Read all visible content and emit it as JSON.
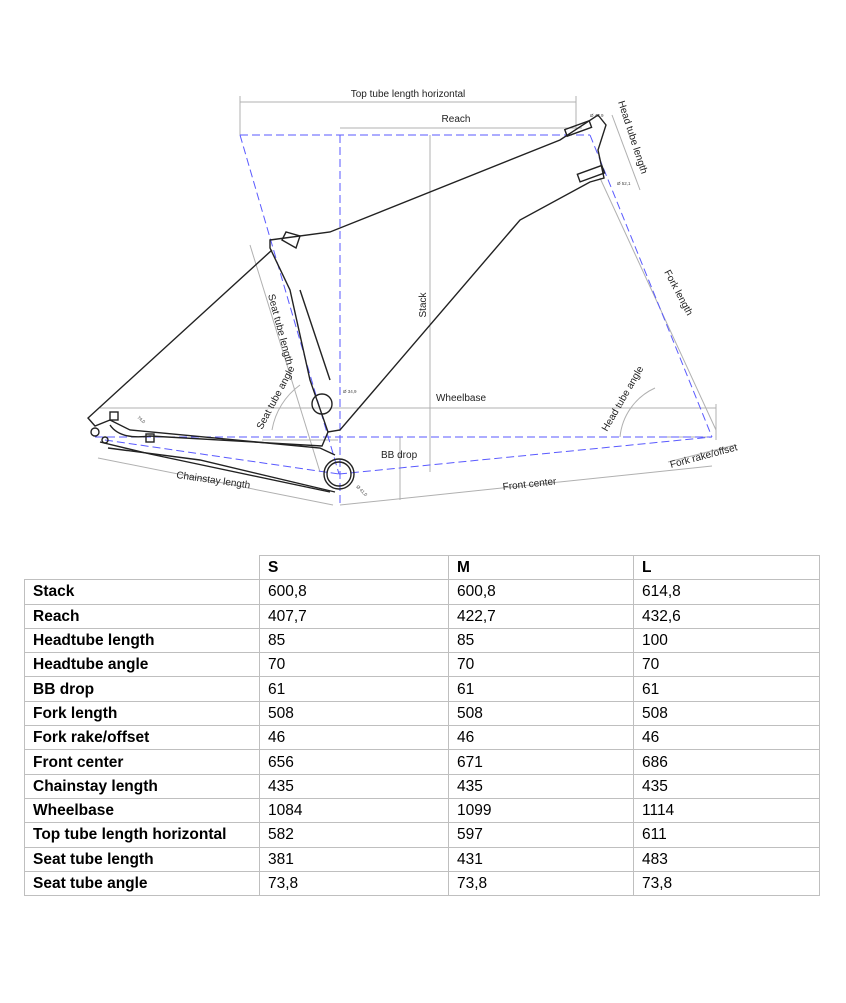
{
  "diagram": {
    "labels": {
      "top_tube_horizontal": "Top tube length horizontal",
      "reach": "Reach",
      "head_tube_length": "Head tube length",
      "stack": "Stack",
      "fork_length": "Fork length",
      "seat_tube_length": "Seat tube length",
      "seat_tube_angle": "Seat tube angle",
      "head_tube_angle": "Head tube angle",
      "wheelbase": "Wheelbase",
      "bb_drop": "BB drop",
      "chainstay_length": "Chainstay length",
      "front_center": "Front center",
      "fork_rake": "Fork rake/offset"
    },
    "small_labels": {
      "head_top_dia": "Ø 43,9",
      "head_bottom_dia": "Ø 52,1",
      "seatpost_dia": "Ø 34,9",
      "bb_dia": "Ø 41,0",
      "mount": "74,0"
    },
    "colors": {
      "centerline": "#5a5aff",
      "frame": "#222222",
      "dimension": "#b0b0b0"
    }
  },
  "table": {
    "headers": [
      "",
      "S",
      "M",
      "L"
    ],
    "rows": [
      [
        "Stack",
        "600,8",
        "600,8",
        "614,8"
      ],
      [
        "Reach",
        "407,7",
        "422,7",
        "432,6"
      ],
      [
        "Headtube length",
        "85",
        "85",
        "100"
      ],
      [
        "Headtube angle",
        "70",
        "70",
        "70"
      ],
      [
        "BB drop",
        "61",
        "61",
        "61"
      ],
      [
        "Fork length",
        "508",
        "508",
        "508"
      ],
      [
        "Fork rake/offset",
        "46",
        "46",
        "46"
      ],
      [
        "Front center",
        "656",
        "671",
        "686"
      ],
      [
        "Chainstay length",
        "435",
        "435",
        "435"
      ],
      [
        "Wheelbase",
        "1084",
        "1099",
        "1114"
      ],
      [
        "Top tube length horizontal",
        "582",
        "597",
        "611"
      ],
      [
        "Seat tube length",
        "381",
        "431",
        "483"
      ],
      [
        "Seat tube angle",
        "73,8",
        "73,8",
        "73,8"
      ]
    ]
  }
}
